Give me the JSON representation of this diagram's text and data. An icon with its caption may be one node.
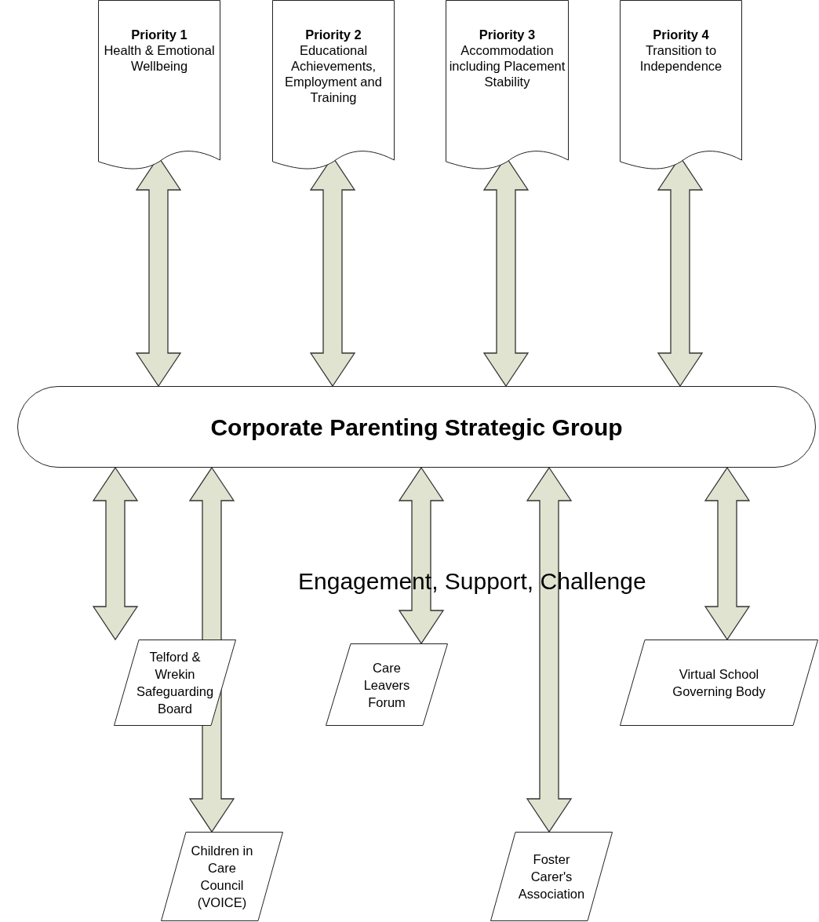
{
  "diagram": {
    "nodes": [
      {
        "text": [
          "Priority 1",
          "Health & Emotional Wellbeing"
        ]
      },
      {
        "text": [
          "Priority 2",
          "Educational Achievements, Employment and Training"
        ]
      },
      {
        "text": [
          "Priority 3",
          "Accommodation including Placement Stability"
        ]
      },
      {
        "text": [
          "Priority 4",
          "Transition to Independence"
        ]
      },
      {
        "text": [
          "Corporate Parenting Strategic Group"
        ]
      },
      {
        "text": [
          "Telford & Wrekin Safeguarding Board"
        ]
      },
      {
        "text": [
          "Care Leavers Forum"
        ]
      },
      {
        "text": [
          "Virtual School Governing Body"
        ]
      },
      {
        "text": [
          "Children in Care Council (VOICE)"
        ]
      },
      {
        "text": [
          "Foster Carer's Association"
        ]
      }
    ],
    "edges": [
      {
        "from": 4,
        "to": 0,
        "arrow": "both",
        "style": "thick"
      },
      {
        "from": 4,
        "to": 1,
        "arrow": "both",
        "style": "thick"
      },
      {
        "from": 4,
        "to": 2,
        "arrow": "both",
        "style": "thick"
      },
      {
        "from": 4,
        "to": 3,
        "arrow": "both",
        "style": "thick"
      },
      {
        "from": 4,
        "to": 5,
        "arrow": "both",
        "style": "thick"
      },
      {
        "from": 4,
        "to": 8,
        "arrow": "both",
        "style": "thick"
      },
      {
        "from": 4,
        "to": 6,
        "arrow": "both",
        "style": "thick"
      },
      {
        "from": 4,
        "to": 9,
        "arrow": "both",
        "style": "thick"
      },
      {
        "from": 4,
        "to": 7,
        "arrow": "both",
        "style": "thick"
      }
    ],
    "labels": [
      "Engagement, Support, Challenge"
    ]
  }
}
